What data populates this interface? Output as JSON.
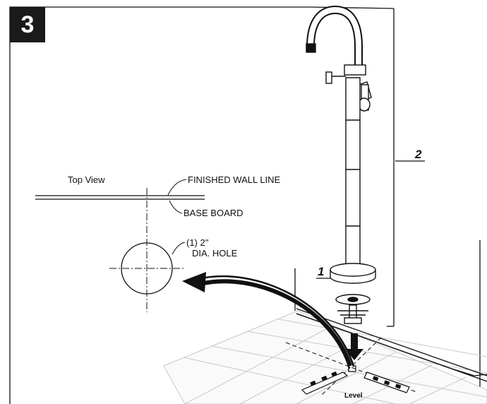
{
  "step": {
    "number": "3"
  },
  "top_view": {
    "title": "Top View",
    "finished_wall_label": "FINISHED WALL LINE",
    "baseboard_label": "BASE BOARD",
    "hole_label_line1": "(1) 2\"",
    "hole_label_line2": "DIA. HOLE"
  },
  "callouts": {
    "part_1": "1",
    "part_2": "2"
  },
  "level": {
    "label": "Level"
  },
  "colors": {
    "ink": "#111111",
    "badge": "#1a1a1a",
    "tile_line": "#c8c8c8"
  }
}
